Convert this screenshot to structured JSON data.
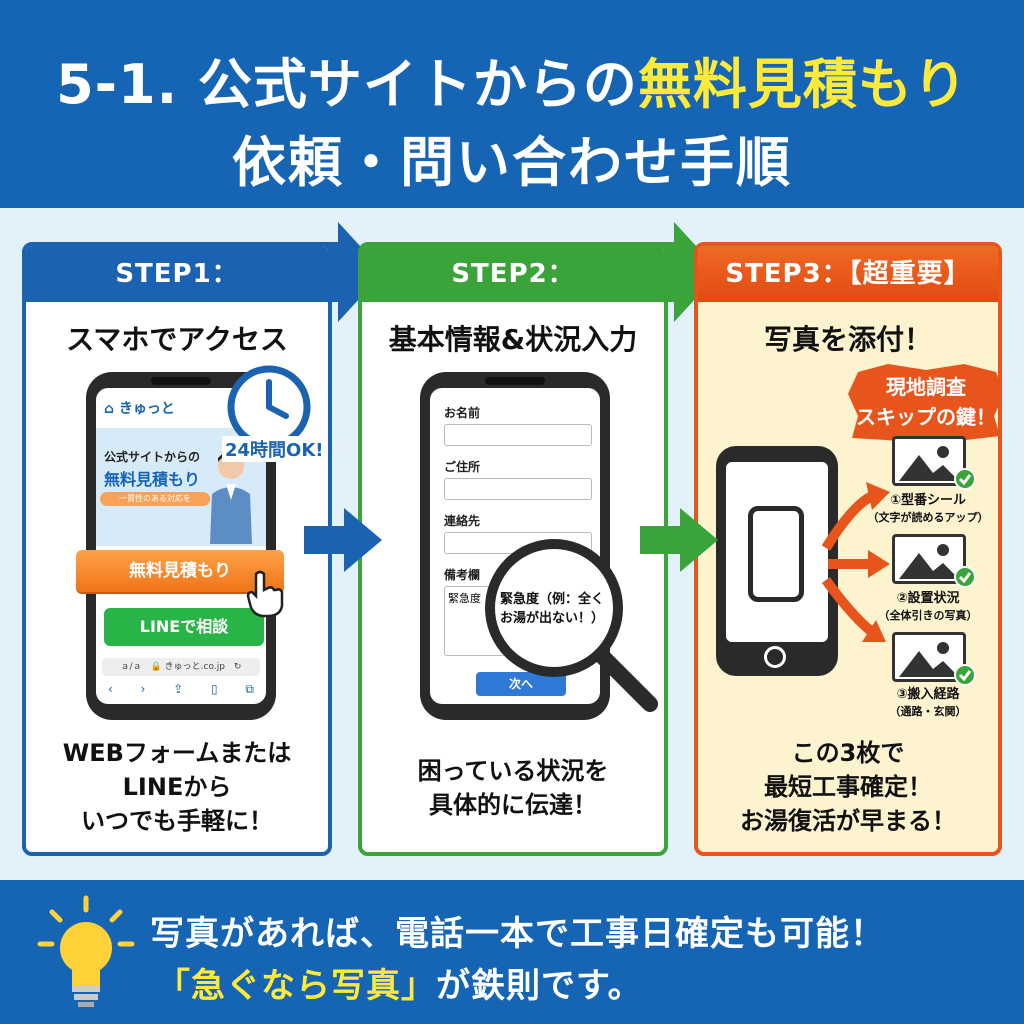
{
  "header": {
    "title_prefix": "5-1. 公式サイトからの",
    "title_highlight": "無料見積もり",
    "title_line2": "依頼・問い合わせ手順"
  },
  "colors": {
    "header_bg": "#1565b4",
    "highlight": "#ffe93a",
    "step1": "#1b63b0",
    "step2": "#3aa33a",
    "step3": "#e8551c"
  },
  "steps": [
    {
      "title": "STEP1：",
      "subtitle": "スマホでアクセス",
      "footer": [
        "WEBフォームまたは",
        "LINEから",
        "いつでも手軽に！"
      ],
      "phone": {
        "logo": "きゅっと",
        "badge_24h": "24時間OK!",
        "hero_line1": "公式サイトからの",
        "hero_line2": "無料見積もり",
        "hero_ribbon": "一貫性のある対応を",
        "btn_estimate": "無料見積もり",
        "btn_line": "LINEで相談",
        "url": "きゅっと.co.jp",
        "url_prefix": "ａ/ａ",
        "nav": [
          "‹",
          "›",
          "⇪",
          "▯",
          "⧉"
        ]
      }
    },
    {
      "title": "STEP2：",
      "subtitle": "基本情報&状況入力",
      "footer": [
        "困っている状況を",
        "具体的に伝達！"
      ],
      "phone": {
        "fields": [
          "お名前",
          "ご住所",
          "連絡先",
          "備考欄"
        ],
        "memo_value": "緊急度",
        "next_btn": "次へ",
        "zoom_text": "緊急度（例：全くお湯が出ない！）"
      }
    },
    {
      "title": "STEP3：【超重要】",
      "subtitle": "写真を添付！",
      "burst": [
        "現地調査",
        "スキップの鍵！"
      ],
      "photos": [
        {
          "label": "①型番シール",
          "sub": "（文字が読めるアップ）"
        },
        {
          "label": "②設置状況",
          "sub": "（全体引きの写真）"
        },
        {
          "label": "③搬入経路",
          "sub": "（通路・玄関）"
        }
      ],
      "footer": [
        "この3枚で",
        "最短工事確定！",
        "お湯復活が早まる！"
      ]
    }
  ],
  "bottom": {
    "line1": "写真があれば、電話一本で工事日確定も可能！",
    "line2_highlight": "「急ぐなら写真」",
    "line2_rest": "が鉄則です。"
  }
}
